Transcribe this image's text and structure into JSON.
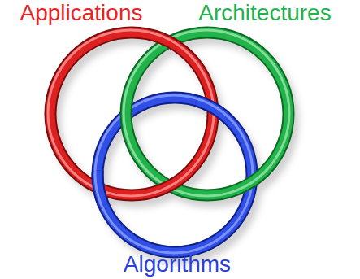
{
  "diagram": {
    "labels": [
      "Applications",
      "Architectures",
      "Algorithms"
    ]
  }
}
